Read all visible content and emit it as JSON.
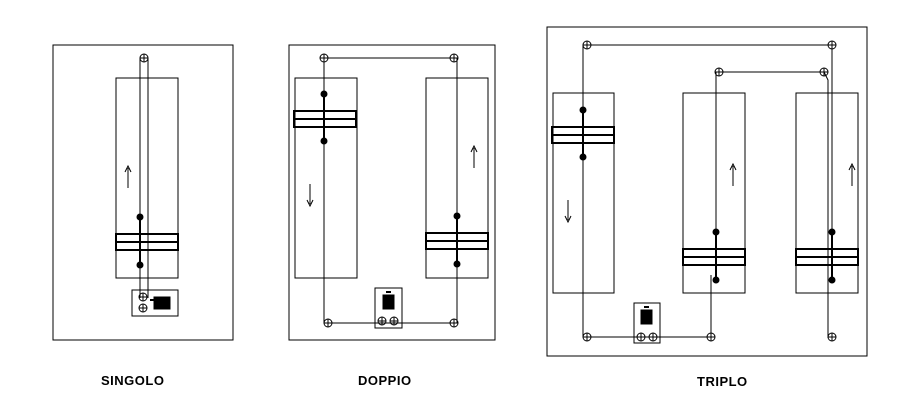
{
  "labels": {
    "singolo": "SINGOLO",
    "doppio": "DOPPIO",
    "triplo": "TRIPLO"
  },
  "colors": {
    "stroke": "#000000",
    "background": "#ffffff"
  },
  "icons": {
    "screw": "circle-plus-icon",
    "pulley": "filled-dot-icon",
    "motor": "motor-block-icon",
    "direction": "arrow-icon"
  }
}
